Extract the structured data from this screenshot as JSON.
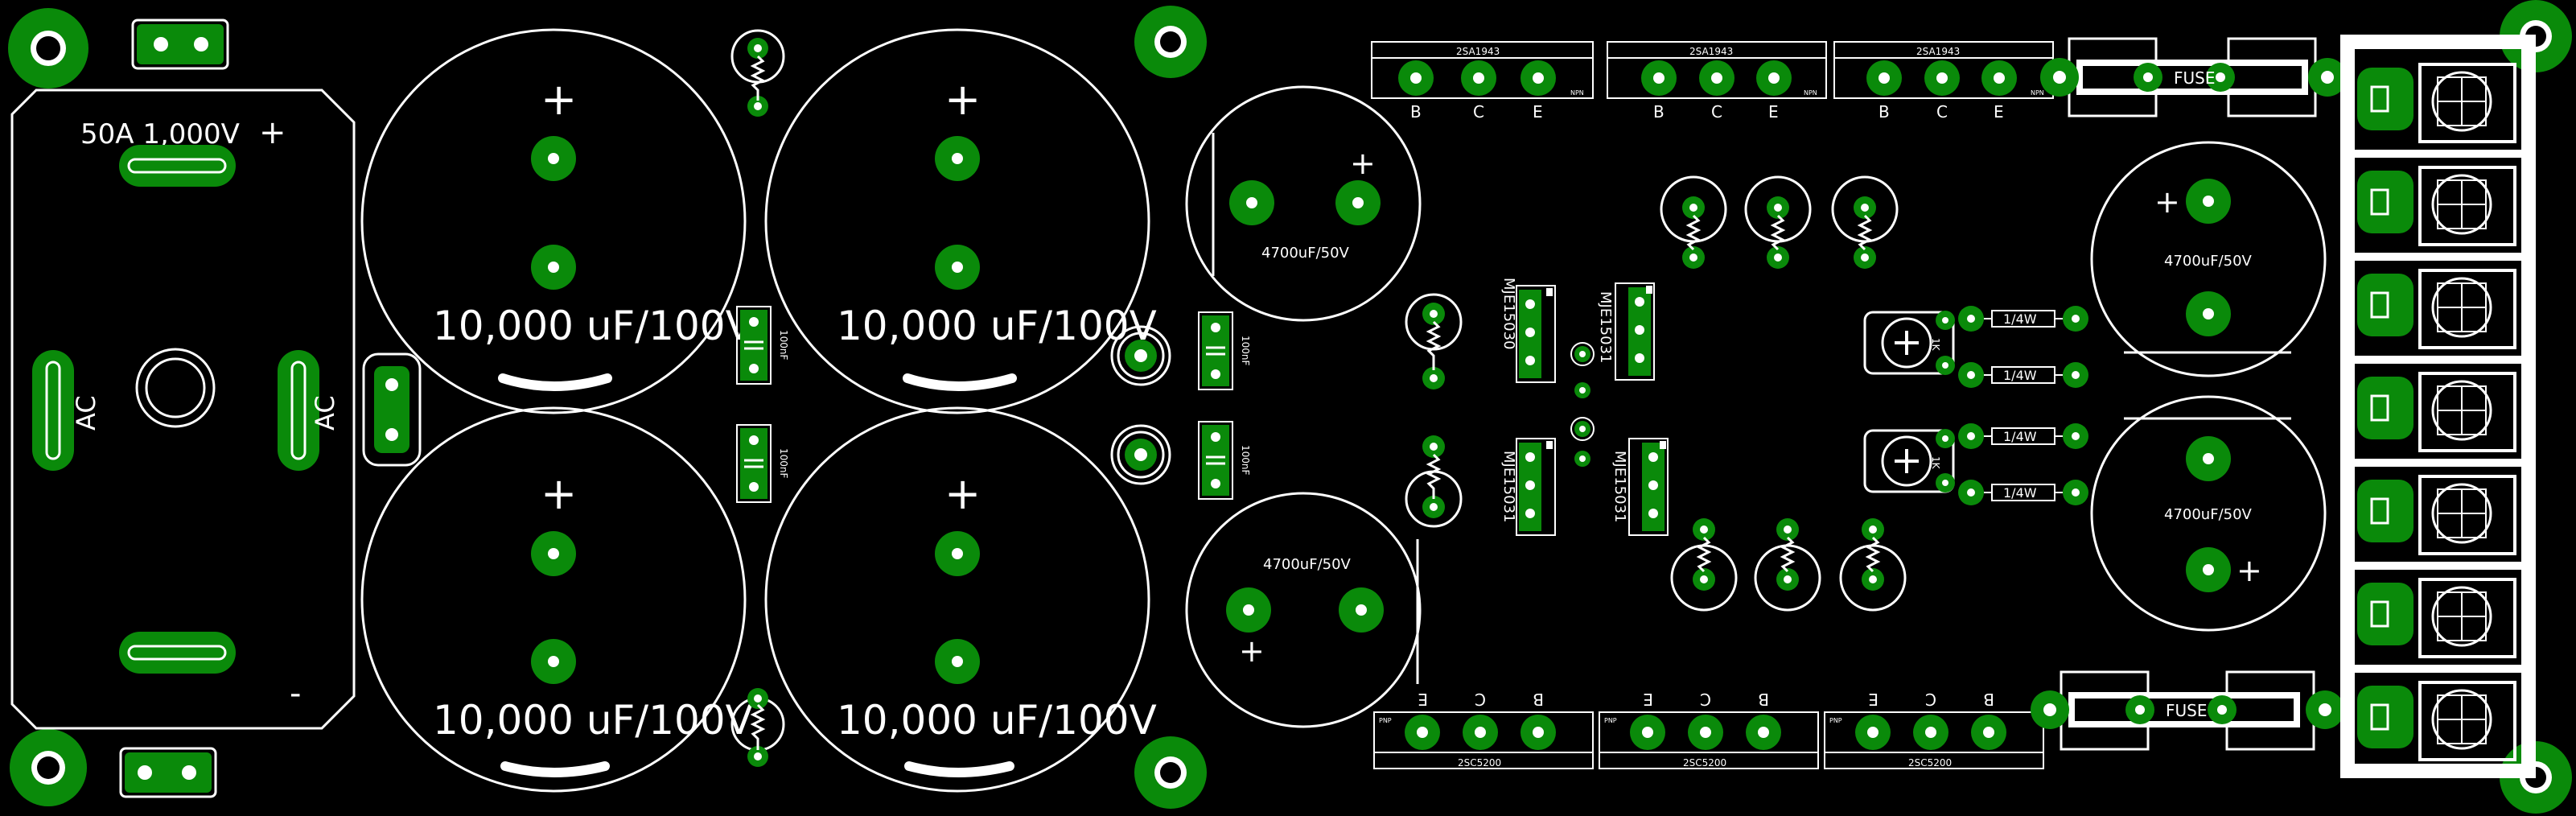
{
  "colors": {
    "background": "#000000",
    "copper": "#0a8a0a",
    "silkscreen": "#ffffff"
  },
  "bridge": {
    "rating": "50A 1,000V",
    "plus": "+",
    "minus": "-",
    "ac_left": "AC",
    "ac_right": "AC"
  },
  "big_caps": {
    "label": "10,000 uF/100V",
    "plus": "+"
  },
  "small_caps": {
    "label": "4700uF/50V",
    "plus": "+"
  },
  "film_caps": {
    "label": "100nF"
  },
  "transistors_top": {
    "part": "2SA1943",
    "pins": [
      "B",
      "C",
      "E"
    ],
    "type": "NPN"
  },
  "transistors_bottom": {
    "part": "2SC5200",
    "pins": [
      "E",
      "C",
      "B"
    ],
    "type": "PNP"
  },
  "drivers": {
    "left_top": "MJE15030",
    "right_top": "MJE15031",
    "left_bottom": "MJE15031",
    "right_bottom": "MJE15031"
  },
  "resistors": {
    "label": "1/4W"
  },
  "trimmers": {
    "label": "1K"
  },
  "fuses": {
    "label": "FUSE"
  }
}
